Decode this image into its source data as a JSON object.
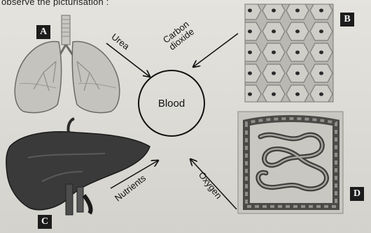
{
  "header": {
    "text": "observe the picturisation :"
  },
  "center": {
    "label": "Blood"
  },
  "panels": [
    {
      "letter": "A",
      "name": "lungs"
    },
    {
      "letter": "B",
      "name": "cells"
    },
    {
      "letter": "C",
      "name": "liver"
    },
    {
      "letter": "D",
      "name": "intestine"
    }
  ],
  "arrows": [
    {
      "label": "Urea"
    },
    {
      "label_line1": "Carbon",
      "label_line2": "dioxide"
    },
    {
      "label": "Nutrients"
    },
    {
      "label": "Oxygen"
    }
  ]
}
